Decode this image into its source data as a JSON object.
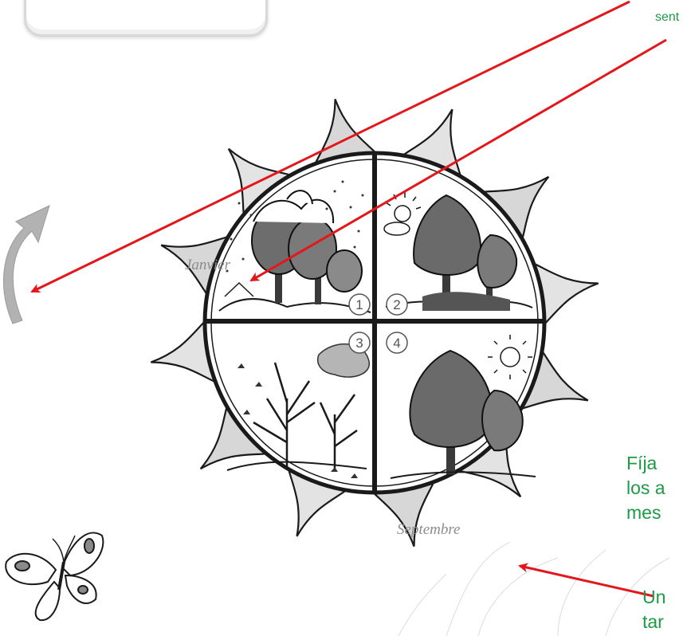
{
  "colors": {
    "annotation_red": "#e3171b",
    "annotation_green": "#1c9a45",
    "petal_fill": "#d7d7d7",
    "outline": "#1a1a1a",
    "direction_arrow": "#b2b2b2",
    "label_gray": "#8c8c8c"
  },
  "annotations": {
    "top_right": "sent",
    "right": "Fíja\nlos a\nmes",
    "bottom_right": "Un\ntar"
  },
  "petal_labels": {
    "january": "Janvier",
    "september": "Septembre"
  },
  "quadrants": [
    {
      "number": "1",
      "season": "winter"
    },
    {
      "number": "2",
      "season": "spring"
    },
    {
      "number": "3",
      "season": "autumn"
    },
    {
      "number": "4",
      "season": "summer"
    }
  ],
  "icons": {
    "rotation_arrow": "curved-up-arrow-icon",
    "butterfly": "butterfly-icon",
    "sun": "sun-icon"
  }
}
